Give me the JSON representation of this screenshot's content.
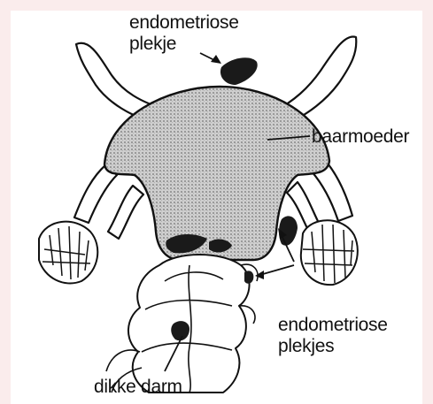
{
  "labels": {
    "top_spot_line1": "endometriose",
    "top_spot_line2": "plekje",
    "uterus": "baarmoeder",
    "spots_line1": "endometriose",
    "spots_line2": "plekjes",
    "colon": "dikke darm"
  },
  "colors": {
    "page_background": "#faecec",
    "panel": "#ffffff",
    "ink": "#111111",
    "uterus_fill": "#c4c4c4",
    "lesion": "#1a1a1a"
  }
}
